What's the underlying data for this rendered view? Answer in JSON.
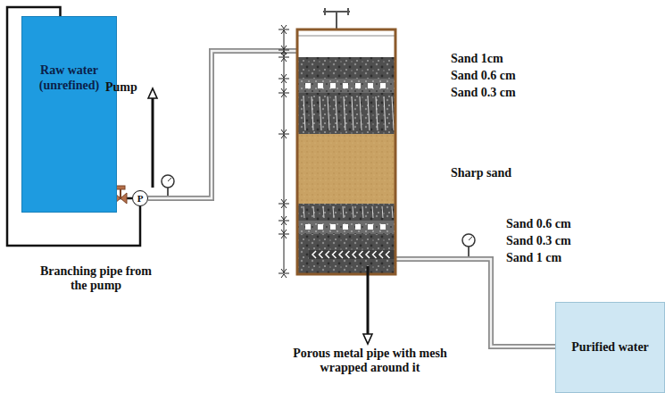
{
  "diagram": {
    "nodes": [
      {
        "text": [
          "Raw water (unrefined)"
        ]
      },
      {
        "text": [
          "P"
        ]
      },
      {
        "text": [
          "Purified water"
        ]
      }
    ],
    "edges": [
      {
        "from": 0,
        "to": 1,
        "arrow": "none"
      },
      {
        "from": 1,
        "to": 0,
        "arrow": "none"
      }
    ],
    "labels": [
      "Pump",
      "Sand 1cm",
      "Sand 0.6 cm",
      "Sand 0.3 cm",
      "Sharp sand",
      "Sand 0.6 cm",
      "Sand 0.3 cm",
      "Sand 1 cm",
      "Branching pipe from the pump",
      "Porous metal pipe with mesh wrapped around it"
    ]
  }
}
